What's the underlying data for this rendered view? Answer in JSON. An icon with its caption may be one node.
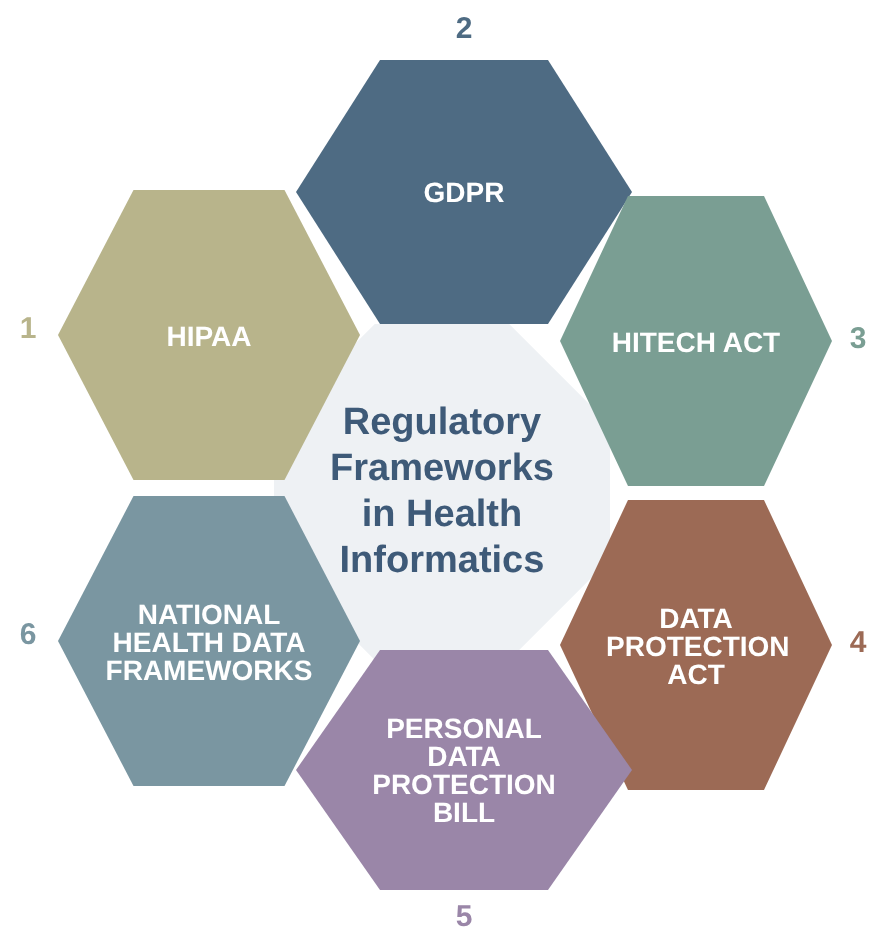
{
  "diagram": {
    "nodes": [
      {
        "text": [
          "Regulatory Frameworks in Health Informatics"
        ]
      },
      {
        "text": [
          "HIPAA"
        ],
        "beside": [
          "1"
        ]
      },
      {
        "text": [
          "GDPR"
        ],
        "beside": [
          "2"
        ]
      },
      {
        "text": [
          "HITECH ACT"
        ],
        "beside": [
          "3"
        ]
      },
      {
        "text": [
          "DATA PROTECTION ACT"
        ],
        "beside": [
          "4"
        ]
      },
      {
        "text": [
          "PERSONAL DATA PROTECTION BILL"
        ],
        "beside": [
          "5"
        ]
      },
      {
        "text": [
          "NATIONAL HEALTH DATA FRAMEWORKS"
        ],
        "beside": [
          "6"
        ]
      }
    ]
  }
}
